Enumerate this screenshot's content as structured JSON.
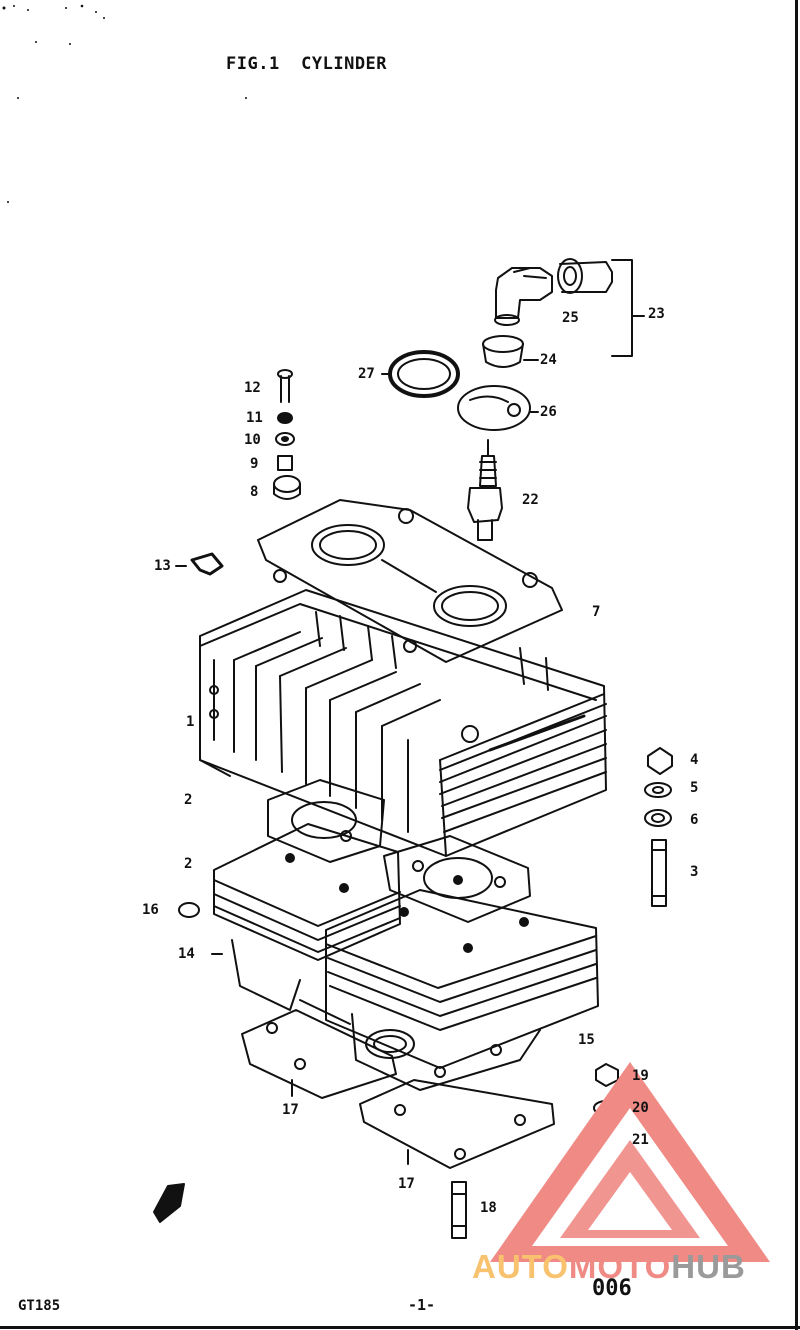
{
  "title": "FIG.1  CYLINDER",
  "labels": [
    {
      "id": "1",
      "text": "1"
    },
    {
      "id": "2a",
      "text": "2"
    },
    {
      "id": "2b",
      "text": "2"
    },
    {
      "id": "3",
      "text": "3"
    },
    {
      "id": "4",
      "text": "4"
    },
    {
      "id": "5",
      "text": "5"
    },
    {
      "id": "6",
      "text": "6"
    },
    {
      "id": "7",
      "text": "7"
    },
    {
      "id": "8",
      "text": "8"
    },
    {
      "id": "9",
      "text": "9"
    },
    {
      "id": "10",
      "text": "10"
    },
    {
      "id": "11",
      "text": "11"
    },
    {
      "id": "12",
      "text": "12"
    },
    {
      "id": "13",
      "text": "13"
    },
    {
      "id": "14",
      "text": "14"
    },
    {
      "id": "15",
      "text": "15"
    },
    {
      "id": "16",
      "text": "16"
    },
    {
      "id": "17a",
      "text": "17"
    },
    {
      "id": "17b",
      "text": "17"
    },
    {
      "id": "18",
      "text": "18"
    },
    {
      "id": "19",
      "text": "19"
    },
    {
      "id": "20",
      "text": "20"
    },
    {
      "id": "21",
      "text": "21"
    },
    {
      "id": "22",
      "text": "22"
    },
    {
      "id": "23",
      "text": "23"
    },
    {
      "id": "24",
      "text": "24"
    },
    {
      "id": "25",
      "text": "25"
    },
    {
      "id": "26",
      "text": "26"
    },
    {
      "id": "27",
      "text": "27"
    }
  ],
  "footer": {
    "model": "GT185",
    "page": "-1-",
    "code": "006"
  },
  "watermark": {
    "part1": "AUTO",
    "part2": "MOTO",
    "part3": "HUB",
    "color_yellow": "#f8c26f",
    "color_red": "#f08a85",
    "color_gray": "#9a9a9a"
  },
  "colors": {
    "ink": "#111111",
    "paper": "#ffffff"
  }
}
